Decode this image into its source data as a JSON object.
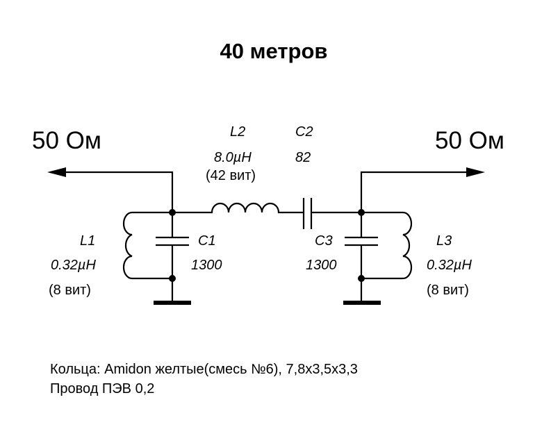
{
  "title": "40 метров",
  "ports": {
    "left": "50 Ом",
    "right": "50 Ом"
  },
  "components": {
    "L1": {
      "name": "L1",
      "value": "0.32µH",
      "turns": "(8 вит)"
    },
    "C1": {
      "name": "C1",
      "value": "1300"
    },
    "L2": {
      "name": "L2",
      "value": "8.0µH",
      "turns": "(42 вит)"
    },
    "C2": {
      "name": "C2",
      "value": "82"
    },
    "C3": {
      "name": "C3",
      "value": "1300"
    },
    "L3": {
      "name": "L3",
      "value": "0.32µH",
      "turns": "(8 вит)"
    }
  },
  "notes": [
    "Кольца: Amidon желтые(смесь №6), 7,8x3,5x3,3",
    "Провод ПЭВ 0,2"
  ]
}
